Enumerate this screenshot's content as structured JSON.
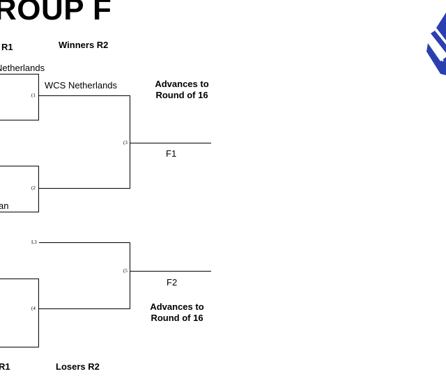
{
  "title": "ROUP F",
  "headers": {
    "winners_r1": "R1",
    "winners_r2": "Winners R2",
    "losers_r1": "R1",
    "losers_r2": "Losers R2"
  },
  "teams": {
    "r1_top": "Netherlands",
    "r1_bottom": "an",
    "r2_top": "WCS Netherlands"
  },
  "match_codes": {
    "m1": "(1",
    "m2": "(2",
    "m3": "(3",
    "l3": "L3",
    "m4": "(4",
    "m5": "(5"
  },
  "finals": {
    "f1": "F1",
    "f2": "F2"
  },
  "advances": {
    "top_line1": "Advances to",
    "top_line2": "Round of 16",
    "bottom_line1": "Advances to",
    "bottom_line2": "Round of 16"
  },
  "colors": {
    "logo_blue": "#2a3fb0"
  },
  "logo": {
    "icon": "tournament-logo-icon"
  }
}
